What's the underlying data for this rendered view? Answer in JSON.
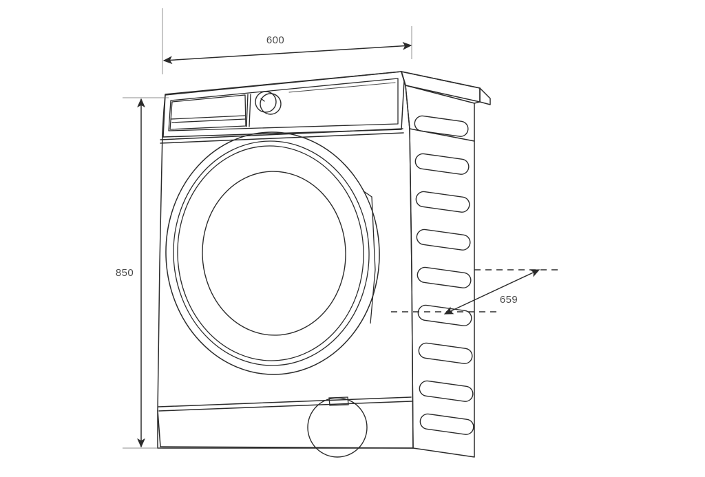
{
  "drawing": {
    "title": "Front-load washing machine dimensioned line drawing",
    "subject": "washing-machine",
    "view": "front three-quarter perspective",
    "units": "mm",
    "background_color": "#ffffff",
    "line_color": "#2b2b2b",
    "text_color": "#4a4a4a"
  },
  "dimensions": {
    "width": {
      "label": "600",
      "name": "overall-width",
      "orientation": "horizontal",
      "position": "top",
      "arrow_style": "double-headed"
    },
    "height": {
      "label": "850",
      "name": "overall-height",
      "orientation": "vertical",
      "position": "left",
      "arrow_style": "double-headed"
    },
    "depth": {
      "label": "659",
      "name": "overall-depth",
      "orientation": "diagonal-leader",
      "position": "right",
      "arrow_style": "double-headed"
    }
  },
  "machine": {
    "control_panel": {
      "name": "control-panel",
      "detergent_drawer_label": "detergent-drawer",
      "knob_label": "program-selector-knob",
      "display_label": "display-panel"
    },
    "door": {
      "name": "porthole-door",
      "rings": 4
    },
    "filter_cap": {
      "name": "pump-filter-cap"
    },
    "side_vents": {
      "name": "side-panel-vents",
      "count": 9
    },
    "plinth": {
      "name": "base-plinth"
    }
  }
}
